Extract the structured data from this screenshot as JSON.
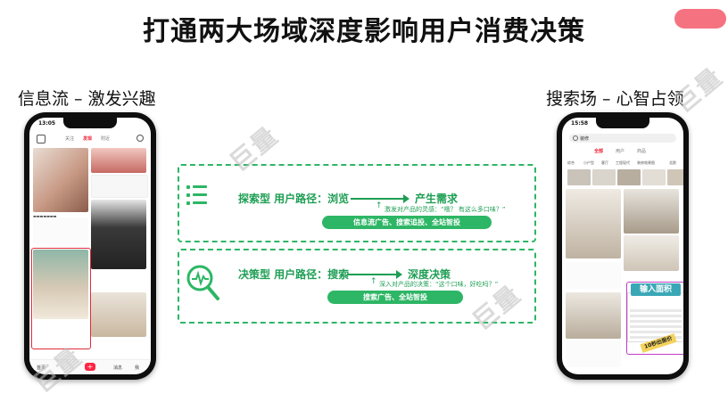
{
  "title": "打通两大场域深度影响用户消费决策",
  "left_label": "信息流 – 激发兴趣",
  "right_label": "搜索场 – 心智占领",
  "watermark": "巨量",
  "left_phone": {
    "time": "13:05",
    "tabs": [
      "关注",
      "发现",
      "附近"
    ],
    "bottom": [
      "首页",
      "+",
      "消息",
      "我"
    ]
  },
  "right_phone": {
    "time": "15:58",
    "query": "装修",
    "tabs": [
      "全部",
      "用户",
      "商品"
    ],
    "chips": [
      "综合",
      "小户型",
      "客厅",
      "工程现代",
      "装修效果图",
      "北欧"
    ],
    "entry_button": "输入面积",
    "ten_sec": "10秒出报价"
  },
  "panels": [
    {
      "type_label": "探索型 用户路径：浏览",
      "result": "产生需求",
      "note": "激发对产品的灵感：“哦？ 有这么多口味？”",
      "pill": "信息流广告、搜索追投、全站智投"
    },
    {
      "type_label": "决策型 用户路径：搜索",
      "result": "深度决策",
      "note": "深入对产品的决策：“这个口味，好吃吗？”",
      "pill": "搜索广告、全站智投"
    }
  ],
  "colors": {
    "green": "#2db665",
    "accent_red": "#e02b3a"
  }
}
